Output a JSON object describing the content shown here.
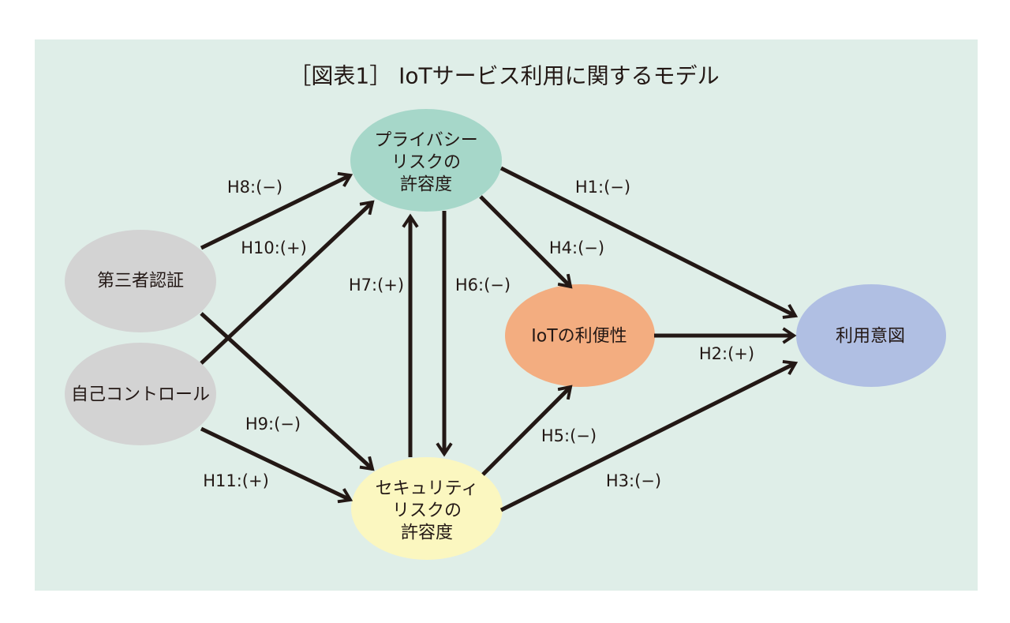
{
  "title": "［図表1］ IoTサービス利用に関するモデル",
  "colors": {
    "panel_bg": "#dfeee8",
    "arrow": "#231815",
    "text": "#231815",
    "privacy": "#a6d7c9",
    "security": "#fbf7c0",
    "convenience": "#f3ad80",
    "intention": "#b0bfe3",
    "antecedent": "#d3d3d3"
  },
  "nodes": {
    "privacy": [
      "プライバシー",
      "リスクの",
      "許容度"
    ],
    "security": [
      "セキュリティ",
      "リスクの",
      "許容度"
    ],
    "convenience": [
      "IoTの利便性"
    ],
    "intention": [
      "利用意図"
    ],
    "third_party": [
      "第三者認証"
    ],
    "self_control": [
      "自己コントロール"
    ]
  },
  "edges": {
    "h1": "H1:(−)",
    "h2": "H2:(+)",
    "h3": "H3:(−)",
    "h4": "H4:(−)",
    "h5": "H5:(−)",
    "h6": "H6:(−)",
    "h7": "H7:(+)",
    "h8": "H8:(−)",
    "h9": "H9:(−)",
    "h10": "H10:(+)",
    "h11": "H11:(+)"
  }
}
